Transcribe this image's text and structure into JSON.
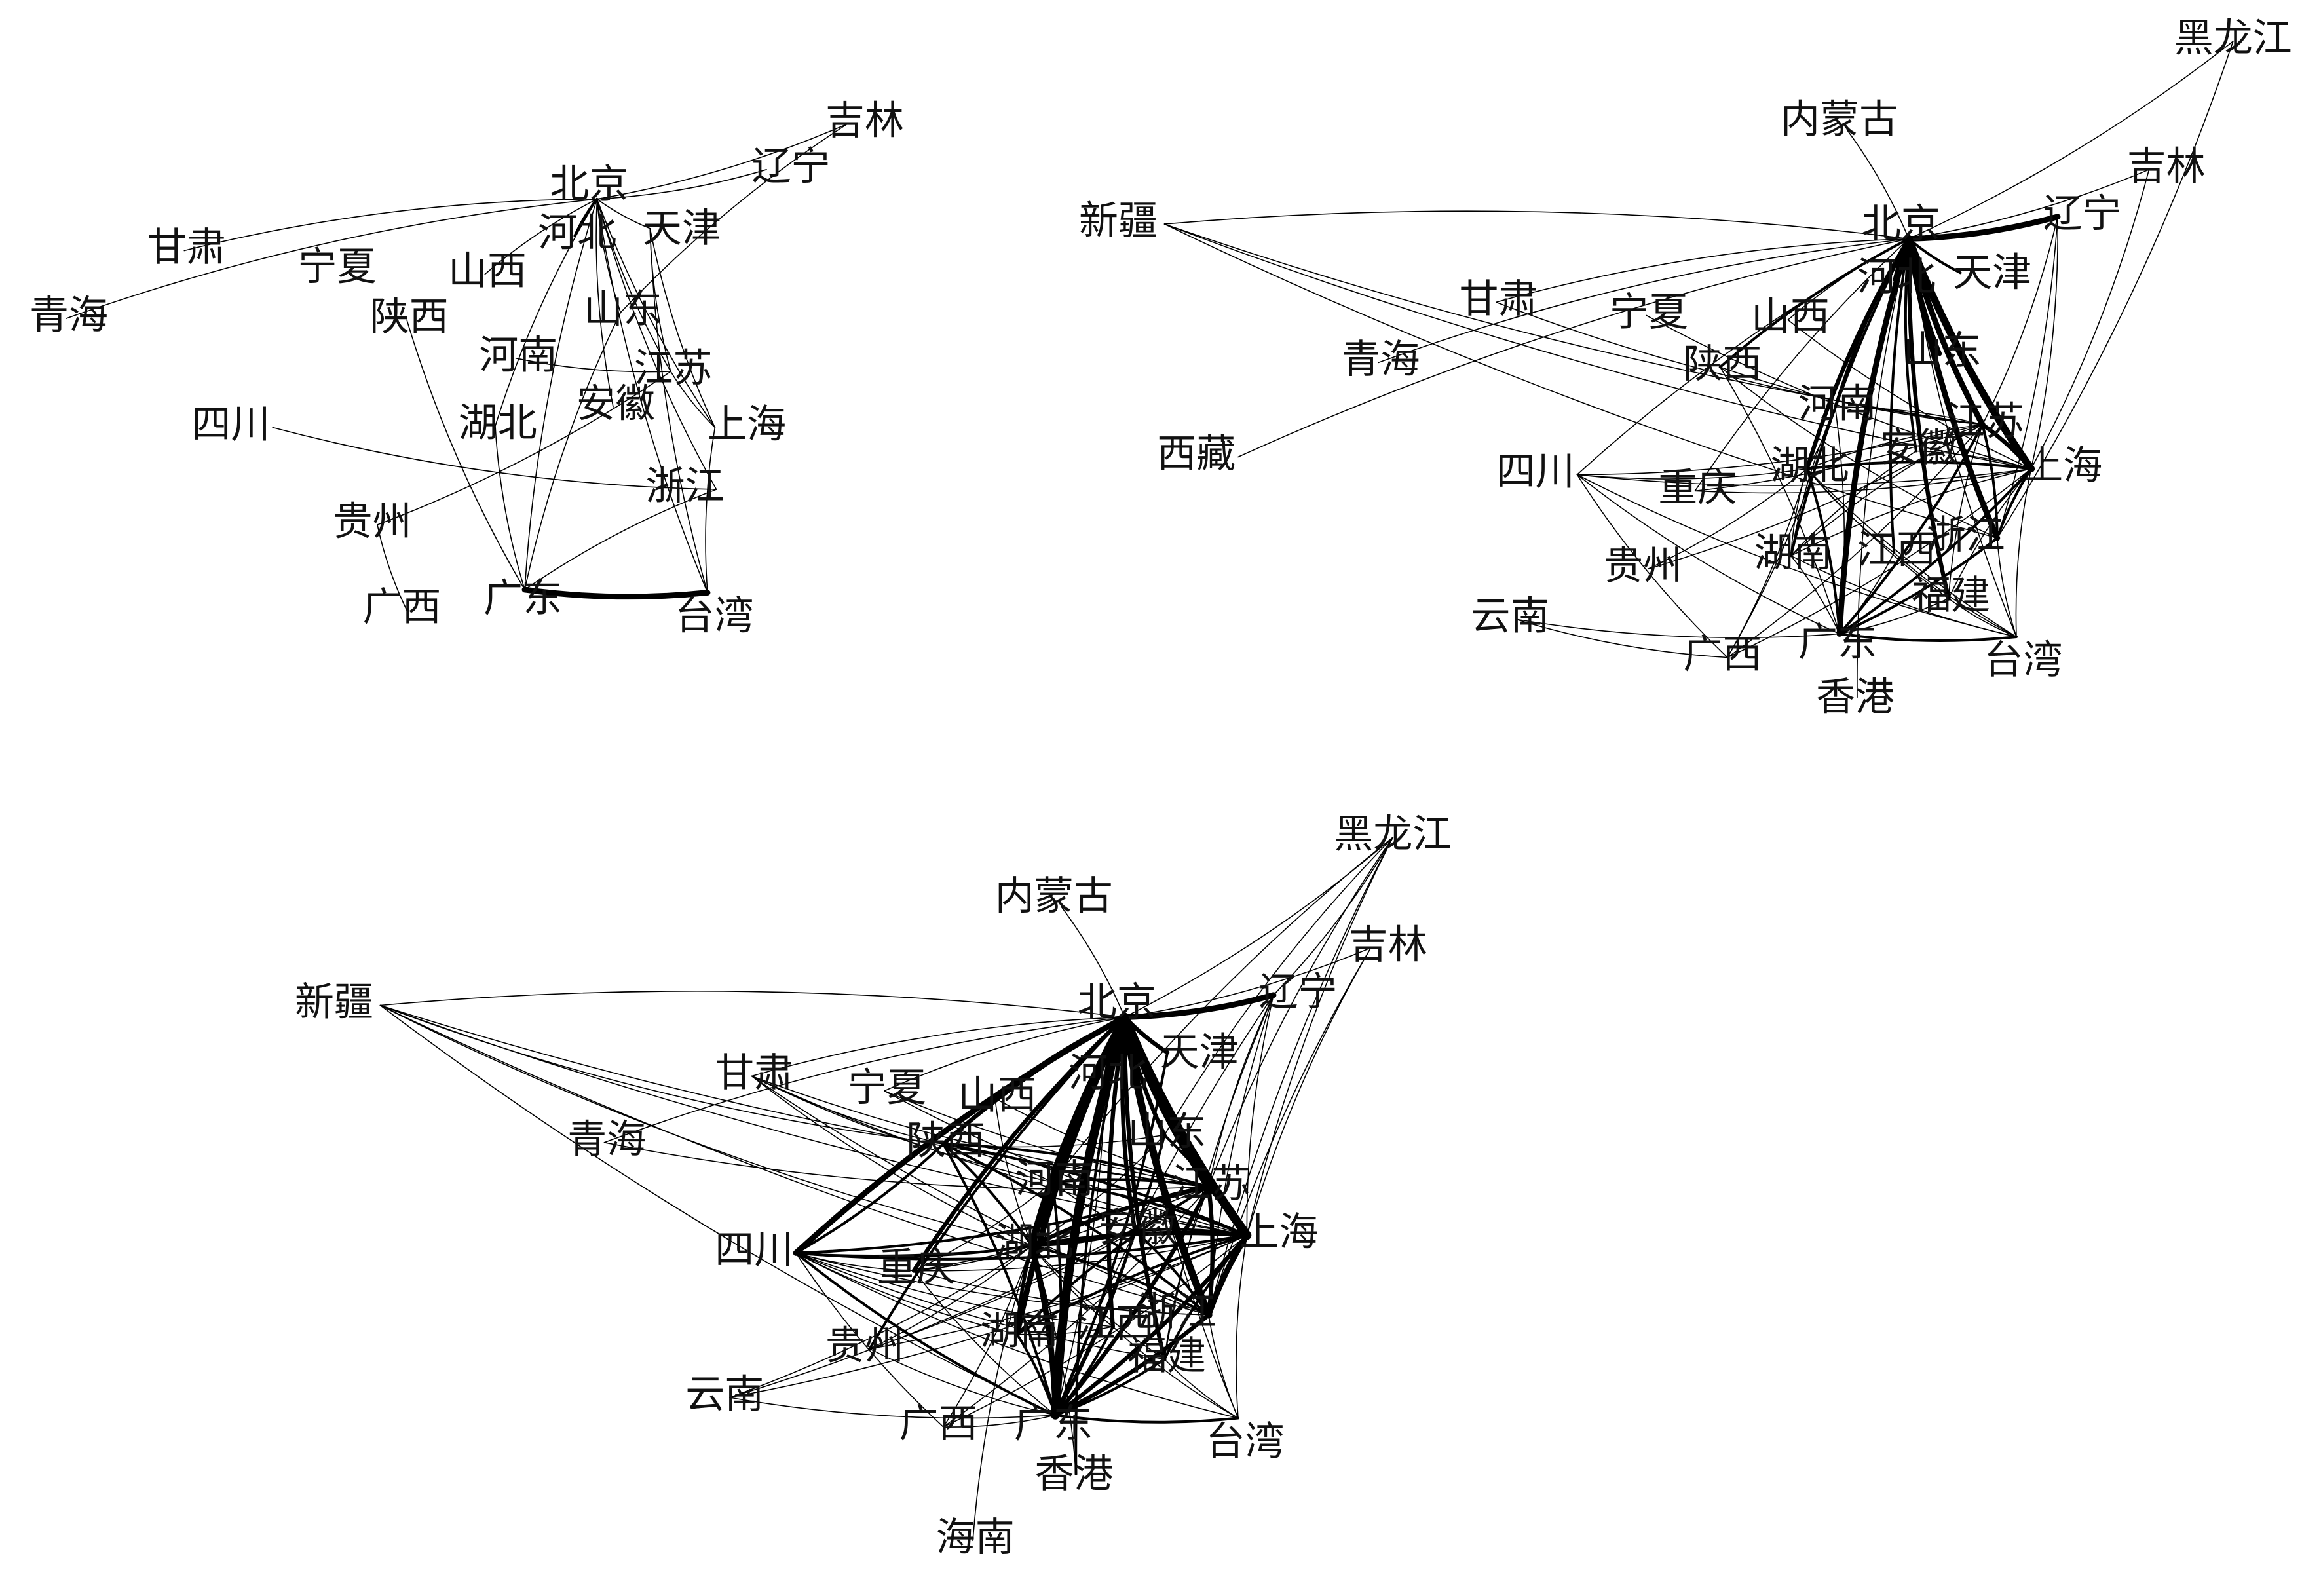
{
  "style": {
    "edge_color": "#000000",
    "label_color": "#111111",
    "background": "#ffffff"
  },
  "networks": [
    {
      "id": "net-1",
      "nodes": [
        "北京",
        "天津",
        "河北",
        "山西",
        "辽宁",
        "吉林",
        "山东",
        "江苏",
        "上海",
        "安徽",
        "浙江",
        "河南",
        "湖北",
        "陕西",
        "甘肃",
        "宁夏",
        "青海",
        "四川",
        "贵州",
        "广西",
        "广东",
        "台湾"
      ],
      "edges": [
        [
          "北京",
          "天津",
          1
        ],
        [
          "北京",
          "河北",
          2
        ],
        [
          "北京",
          "山东",
          1
        ],
        [
          "北京",
          "江苏",
          1
        ],
        [
          "北京",
          "上海",
          1
        ],
        [
          "北京",
          "广东",
          1
        ],
        [
          "北京",
          "台湾",
          1
        ],
        [
          "北京",
          "辽宁",
          1
        ],
        [
          "北京",
          "吉林",
          1
        ],
        [
          "北京",
          "甘肃",
          1
        ],
        [
          "北京",
          "山西",
          1
        ],
        [
          "北京",
          "湖北",
          1
        ],
        [
          "北京",
          "浙江",
          1
        ],
        [
          "北京",
          "安徽",
          1
        ],
        [
          "北京",
          "青海",
          1
        ],
        [
          "天津",
          "江苏",
          1
        ],
        [
          "天津",
          "上海",
          1
        ],
        [
          "天津",
          "台湾",
          1
        ],
        [
          "吉林",
          "山东",
          1
        ],
        [
          "山东",
          "广东",
          1
        ],
        [
          "河南",
          "江苏",
          1
        ],
        [
          "湖北",
          "广东",
          1
        ],
        [
          "陕西",
          "广东",
          1
        ],
        [
          "四川",
          "浙江",
          1
        ],
        [
          "贵州",
          "江苏",
          1
        ],
        [
          "贵州",
          "广西",
          1
        ],
        [
          "江苏",
          "上海",
          1
        ],
        [
          "上海",
          "台湾",
          1
        ],
        [
          "广东",
          "台湾",
          4
        ],
        [
          "浙江",
          "广东",
          1
        ]
      ]
    },
    {
      "id": "net-2",
      "nodes": [
        "黑龙江",
        "内蒙古",
        "吉林",
        "新疆",
        "北京",
        "辽宁",
        "天津",
        "甘肃",
        "宁夏",
        "山西",
        "青海",
        "陕西",
        "河北",
        "山东",
        "河南",
        "江苏",
        "西藏",
        "四川",
        "重庆",
        "湖北",
        "安徽",
        "上海",
        "贵州",
        "湖南",
        "江西",
        "浙江",
        "福建",
        "云南",
        "广西",
        "广东",
        "香港",
        "台湾"
      ],
      "edges": [
        [
          "北京",
          "辽宁",
          4
        ],
        [
          "北京",
          "黑龙江",
          1
        ],
        [
          "北京",
          "吉林",
          1
        ],
        [
          "北京",
          "内蒙古",
          1
        ],
        [
          "北京",
          "新疆",
          1
        ],
        [
          "北京",
          "甘肃",
          1
        ],
        [
          "北京",
          "青海",
          1
        ],
        [
          "北京",
          "西藏",
          1
        ],
        [
          "北京",
          "天津",
          2
        ],
        [
          "北京",
          "河北",
          2
        ],
        [
          "北京",
          "山东",
          3
        ],
        [
          "北京",
          "江苏",
          4
        ],
        [
          "北京",
          "上海",
          5
        ],
        [
          "北京",
          "浙江",
          4
        ],
        [
          "北京",
          "广东",
          4
        ],
        [
          "北京",
          "湖北",
          3
        ],
        [
          "北京",
          "湖南",
          2
        ],
        [
          "北京",
          "河南",
          2
        ],
        [
          "北京",
          "陕西",
          2
        ],
        [
          "北京",
          "四川",
          1
        ],
        [
          "北京",
          "福建",
          3
        ],
        [
          "北京",
          "安徽",
          2
        ],
        [
          "北京",
          "江西",
          2
        ],
        [
          "北京",
          "台湾",
          1
        ],
        [
          "北京",
          "山西",
          1
        ],
        [
          "北京",
          "香港",
          1
        ],
        [
          "北京",
          "重庆",
          1
        ],
        [
          "新疆",
          "江苏",
          1
        ],
        [
          "新疆",
          "上海",
          1
        ],
        [
          "新疆",
          "浙江",
          1
        ],
        [
          "宁夏",
          "上海",
          1
        ],
        [
          "山西",
          "上海",
          1
        ],
        [
          "甘肃",
          "江苏",
          1
        ],
        [
          "陕西",
          "江苏",
          1
        ],
        [
          "陕西",
          "浙江",
          1
        ],
        [
          "四川",
          "上海",
          1
        ],
        [
          "四川",
          "江苏",
          1
        ],
        [
          "四川",
          "湖北",
          1
        ],
        [
          "四川",
          "广东",
          1
        ],
        [
          "四川",
          "广西",
          1
        ],
        [
          "四川",
          "台湾",
          1
        ],
        [
          "重庆",
          "江苏",
          1
        ],
        [
          "重庆",
          "上海",
          1
        ],
        [
          "贵州",
          "江苏",
          1
        ],
        [
          "贵州",
          "湖北",
          1
        ],
        [
          "云南",
          "广东",
          1
        ],
        [
          "云南",
          "广西",
          1
        ],
        [
          "广西",
          "湖北",
          1
        ],
        [
          "广西",
          "江苏",
          1
        ],
        [
          "广西",
          "河南",
          1
        ],
        [
          "广西",
          "上海",
          1
        ],
        [
          "广东",
          "台湾",
          2
        ],
        [
          "广东",
          "上海",
          2
        ],
        [
          "广东",
          "江苏",
          2
        ],
        [
          "广东",
          "浙江",
          2
        ],
        [
          "广东",
          "湖北",
          2
        ],
        [
          "广东",
          "湖南",
          1
        ],
        [
          "广东",
          "河南",
          1
        ],
        [
          "广东",
          "陕西",
          1
        ],
        [
          "广东",
          "江西",
          1
        ],
        [
          "广东",
          "福建",
          1
        ],
        [
          "上海",
          "台湾",
          1
        ],
        [
          "上海",
          "江苏",
          3
        ],
        [
          "上海",
          "浙江",
          2
        ],
        [
          "上海",
          "辽宁",
          1
        ],
        [
          "上海",
          "吉林",
          1
        ],
        [
          "上海",
          "湖北",
          2
        ],
        [
          "上海",
          "湖南",
          1
        ],
        [
          "上海",
          "福建",
          1
        ],
        [
          "上海",
          "安徽",
          1
        ],
        [
          "浙江",
          "江苏",
          2
        ],
        [
          "浙江",
          "台湾",
          1
        ],
        [
          "浙江",
          "辽宁",
          1
        ],
        [
          "浙江",
          "黑龙江",
          1
        ],
        [
          "江苏",
          "辽宁",
          1
        ],
        [
          "江苏",
          "河南",
          1
        ],
        [
          "江苏",
          "湖北",
          1
        ],
        [
          "江苏",
          "福建",
          1
        ],
        [
          "江苏",
          "湖南",
          1
        ],
        [
          "湖北",
          "河南",
          1
        ],
        [
          "湖北",
          "湖南",
          1
        ],
        [
          "湖北",
          "江西",
          1
        ],
        [
          "湖北",
          "福建",
          1
        ],
        [
          "湖北",
          "台湾",
          1
        ],
        [
          "河南",
          "湖南",
          1
        ],
        [
          "福建",
          "台湾",
          1
        ],
        [
          "江西",
          "台湾",
          1
        ],
        [
          "安徽",
          "湖南",
          1
        ],
        [
          "湖南",
          "台湾",
          1
        ]
      ]
    },
    {
      "id": "net-3",
      "nodes": [
        "黑龙江",
        "内蒙古",
        "吉林",
        "新疆",
        "北京",
        "辽宁",
        "天津",
        "甘肃",
        "宁夏",
        "山西",
        "青海",
        "陕西",
        "河北",
        "山东",
        "河南",
        "江苏",
        "四川",
        "重庆",
        "湖北",
        "安徽",
        "上海",
        "贵州",
        "湖南",
        "江西",
        "浙江",
        "福建",
        "云南",
        "广西",
        "广东",
        "香港",
        "台湾",
        "海南"
      ],
      "edges": [
        [
          "北京",
          "辽宁",
          4
        ],
        [
          "北京",
          "黑龙江",
          1
        ],
        [
          "北京",
          "吉林",
          1
        ],
        [
          "北京",
          "内蒙古",
          1
        ],
        [
          "北京",
          "新疆",
          1
        ],
        [
          "北京",
          "甘肃",
          1
        ],
        [
          "北京",
          "青海",
          1
        ],
        [
          "北京",
          "天津",
          3
        ],
        [
          "北京",
          "河北",
          3
        ],
        [
          "北京",
          "山东",
          3
        ],
        [
          "北京",
          "江苏",
          5
        ],
        [
          "北京",
          "上海",
          6
        ],
        [
          "北京",
          "浙江",
          5
        ],
        [
          "北京",
          "广东",
          6
        ],
        [
          "北京",
          "湖北",
          5
        ],
        [
          "北京",
          "湖南",
          4
        ],
        [
          "北京",
          "河南",
          3
        ],
        [
          "北京",
          "陕西",
          3
        ],
        [
          "北京",
          "四川",
          4
        ],
        [
          "北京",
          "重庆",
          3
        ],
        [
          "北京",
          "福建",
          3
        ],
        [
          "北京",
          "安徽",
          3
        ],
        [
          "北京",
          "江西",
          3
        ],
        [
          "北京",
          "台湾",
          1
        ],
        [
          "北京",
          "山西",
          2
        ],
        [
          "北京",
          "宁夏",
          1
        ],
        [
          "北京",
          "贵州",
          2
        ],
        [
          "北京",
          "香港",
          2
        ],
        [
          "辽宁",
          "黑龙江",
          1
        ],
        [
          "辽宁",
          "上海",
          1
        ],
        [
          "辽宁",
          "江苏",
          1
        ],
        [
          "辽宁",
          "浙江",
          1
        ],
        [
          "辽宁",
          "广东",
          1
        ],
        [
          "辽宁",
          "福建",
          1
        ],
        [
          "黑龙江",
          "上海",
          1
        ],
        [
          "黑龙江",
          "江苏",
          1
        ],
        [
          "黑龙江",
          "浙江",
          1
        ],
        [
          "黑龙江",
          "山东",
          1
        ],
        [
          "黑龙江",
          "河南",
          1
        ],
        [
          "吉林",
          "上海",
          1
        ],
        [
          "吉林",
          "浙江",
          1
        ],
        [
          "新疆",
          "江苏",
          1
        ],
        [
          "新疆",
          "上海",
          1
        ],
        [
          "新疆",
          "浙江",
          1
        ],
        [
          "新疆",
          "湖北",
          1
        ],
        [
          "新疆",
          "陕西",
          1
        ],
        [
          "新疆",
          "广东",
          1
        ],
        [
          "甘肃",
          "江苏",
          1
        ],
        [
          "甘肃",
          "上海",
          1
        ],
        [
          "甘肃",
          "陕西",
          1
        ],
        [
          "甘肃",
          "河南",
          1
        ],
        [
          "甘肃",
          "湖北",
          1
        ],
        [
          "甘肃",
          "浙江",
          1
        ],
        [
          "宁夏",
          "上海",
          1
        ],
        [
          "宁夏",
          "江苏",
          1
        ],
        [
          "青海",
          "江苏",
          1
        ],
        [
          "四川",
          "上海",
          2
        ],
        [
          "四川",
          "江苏",
          2
        ],
        [
          "四川",
          "湖北",
          2
        ],
        [
          "四川",
          "广东",
          2
        ],
        [
          "四川",
          "浙江",
          1
        ],
        [
          "四川",
          "重庆",
          1
        ],
        [
          "四川",
          "湖南",
          1
        ],
        [
          "四川",
          "江西",
          1
        ],
        [
          "四川",
          "福建",
          1
        ],
        [
          "四川",
          "台湾",
          1
        ],
        [
          "四川",
          "陕西",
          2
        ],
        [
          "四川",
          "广西",
          1
        ],
        [
          "四川",
          "安徽",
          1
        ],
        [
          "重庆",
          "江苏",
          1
        ],
        [
          "重庆",
          "上海",
          1
        ],
        [
          "重庆",
          "湖北",
          1
        ],
        [
          "重庆",
          "广东",
          1
        ],
        [
          "重庆",
          "浙江",
          1
        ],
        [
          "重庆",
          "河南",
          1
        ],
        [
          "贵州",
          "江苏",
          1
        ],
        [
          "贵州",
          "湖北",
          1
        ],
        [
          "贵州",
          "上海",
          1
        ],
        [
          "贵州",
          "广东",
          1
        ],
        [
          "云南",
          "湖北",
          1
        ],
        [
          "云南",
          "江苏",
          1
        ],
        [
          "云南",
          "广东",
          1
        ],
        [
          "云南",
          "上海",
          1
        ],
        [
          "广西",
          "湖北",
          1
        ],
        [
          "广西",
          "江苏",
          1
        ],
        [
          "广西",
          "上海",
          1
        ],
        [
          "广西",
          "广东",
          1
        ],
        [
          "广东",
          "台湾",
          2
        ],
        [
          "广东",
          "上海",
          3
        ],
        [
          "广东",
          "江苏",
          3
        ],
        [
          "广东",
          "浙江",
          3
        ],
        [
          "广东",
          "湖北",
          4
        ],
        [
          "广东",
          "湖南",
          2
        ],
        [
          "广东",
          "河南",
          2
        ],
        [
          "广东",
          "陕西",
          2
        ],
        [
          "广东",
          "江西",
          2
        ],
        [
          "广东",
          "福建",
          2
        ],
        [
          "广东",
          "安徽",
          2
        ],
        [
          "广东",
          "山东",
          2
        ],
        [
          "广东",
          "天津",
          2
        ],
        [
          "广东",
          "河北",
          1
        ],
        [
          "上海",
          "台湾",
          1
        ],
        [
          "上海",
          "江苏",
          4
        ],
        [
          "上海",
          "浙江",
          4
        ],
        [
          "上海",
          "湖北",
          3
        ],
        [
          "上海",
          "湖南",
          2
        ],
        [
          "上海",
          "福建",
          2
        ],
        [
          "上海",
          "安徽",
          2
        ],
        [
          "上海",
          "陕西",
          2
        ],
        [
          "上海",
          "河南",
          2
        ],
        [
          "上海",
          "山东",
          2
        ],
        [
          "浙江",
          "江苏",
          3
        ],
        [
          "浙江",
          "湖北",
          2
        ],
        [
          "浙江",
          "陕西",
          2
        ],
        [
          "浙江",
          "安徽",
          2
        ],
        [
          "浙江",
          "台湾",
          1
        ],
        [
          "江苏",
          "湖北",
          3
        ],
        [
          "江苏",
          "河南",
          2
        ],
        [
          "江苏",
          "陕西",
          2
        ],
        [
          "江苏",
          "湖南",
          2
        ],
        [
          "江苏",
          "福建",
          1
        ],
        [
          "湖北",
          "河南",
          2
        ],
        [
          "湖北",
          "湖南",
          2
        ],
        [
          "湖北",
          "江西",
          1
        ],
        [
          "湖北",
          "安徽",
          2
        ],
        [
          "湖北",
          "陕西",
          2
        ],
        [
          "湖北",
          "山东",
          1
        ],
        [
          "湖北",
          "福建",
          1
        ],
        [
          "湖北",
          "海南",
          1
        ],
        [
          "河南",
          "湖南",
          1
        ],
        [
          "河南",
          "陕西",
          1
        ],
        [
          "河南",
          "安徽",
          1
        ],
        [
          "福建",
          "台湾",
          1
        ],
        [
          "江西",
          "台湾",
          1
        ],
        [
          "湖南",
          "江西",
          1
        ],
        [
          "陕西",
          "山东",
          1
        ],
        [
          "山西",
          "江苏",
          1
        ],
        [
          "山西",
          "湖北",
          1
        ],
        [
          "香港",
          "湖北",
          1
        ]
      ]
    }
  ]
}
